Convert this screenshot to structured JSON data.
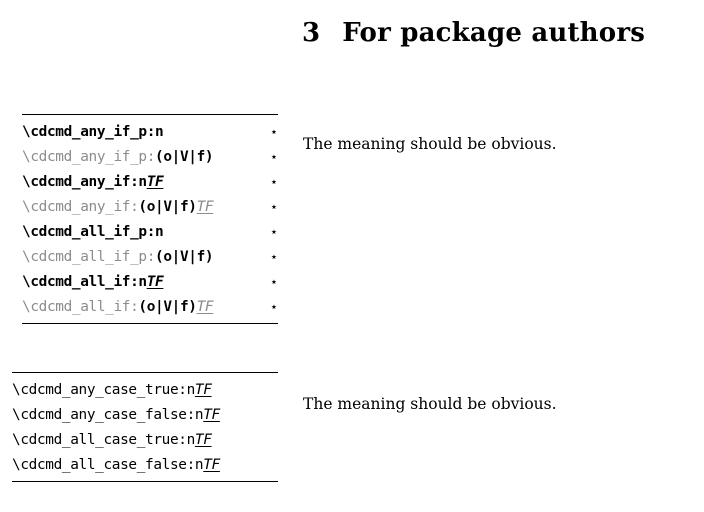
{
  "document": {
    "heading": {
      "number": "3",
      "title": "For package authors"
    }
  },
  "blocks": [
    {
      "id": "block-1",
      "description": "The meaning should be obvious.",
      "rows": [
        {
          "style": "base",
          "prefix": "\\cdcmd_any_if_p:n",
          "argspec": "",
          "tf": "",
          "star": "⋆"
        },
        {
          "style": "variant",
          "prefix": "\\cdcmd_any_if_p:",
          "argspec": "(o|V|f)",
          "tf": "",
          "star": "⋆"
        },
        {
          "style": "base",
          "prefix": "\\cdcmd_any_if:n",
          "argspec": "",
          "tf": "TF",
          "star": "⋆"
        },
        {
          "style": "variant",
          "prefix": "\\cdcmd_any_if:",
          "argspec": "(o|V|f)",
          "tf": "TF",
          "star": "⋆"
        },
        {
          "style": "base",
          "prefix": "\\cdcmd_all_if_p:n",
          "argspec": "",
          "tf": "",
          "star": "⋆"
        },
        {
          "style": "variant",
          "prefix": "\\cdcmd_all_if_p:",
          "argspec": "(o|V|f)",
          "tf": "",
          "star": "⋆"
        },
        {
          "style": "base",
          "prefix": "\\cdcmd_all_if:n",
          "argspec": "",
          "tf": "TF",
          "star": "⋆"
        },
        {
          "style": "variant",
          "prefix": "\\cdcmd_all_if:",
          "argspec": "(o|V|f)",
          "tf": "TF",
          "star": "⋆"
        }
      ]
    },
    {
      "id": "block-2",
      "description": "The meaning should be obvious.",
      "rows": [
        {
          "style": "plain",
          "prefix": "\\cdcmd_any_case_true:n",
          "argspec": "",
          "tf": "TF",
          "star": ""
        },
        {
          "style": "plain",
          "prefix": "\\cdcmd_any_case_false:n",
          "argspec": "",
          "tf": "TF",
          "star": ""
        },
        {
          "style": "plain",
          "prefix": "\\cdcmd_all_case_true:n",
          "argspec": "",
          "tf": "TF",
          "star": ""
        },
        {
          "style": "plain",
          "prefix": "\\cdcmd_all_case_false:n",
          "argspec": "",
          "tf": "TF",
          "star": ""
        }
      ]
    }
  ],
  "colors": {
    "text": "#000000",
    "variant_gray": "#8c8c8c",
    "rule": "#000000",
    "background": "#ffffff"
  }
}
